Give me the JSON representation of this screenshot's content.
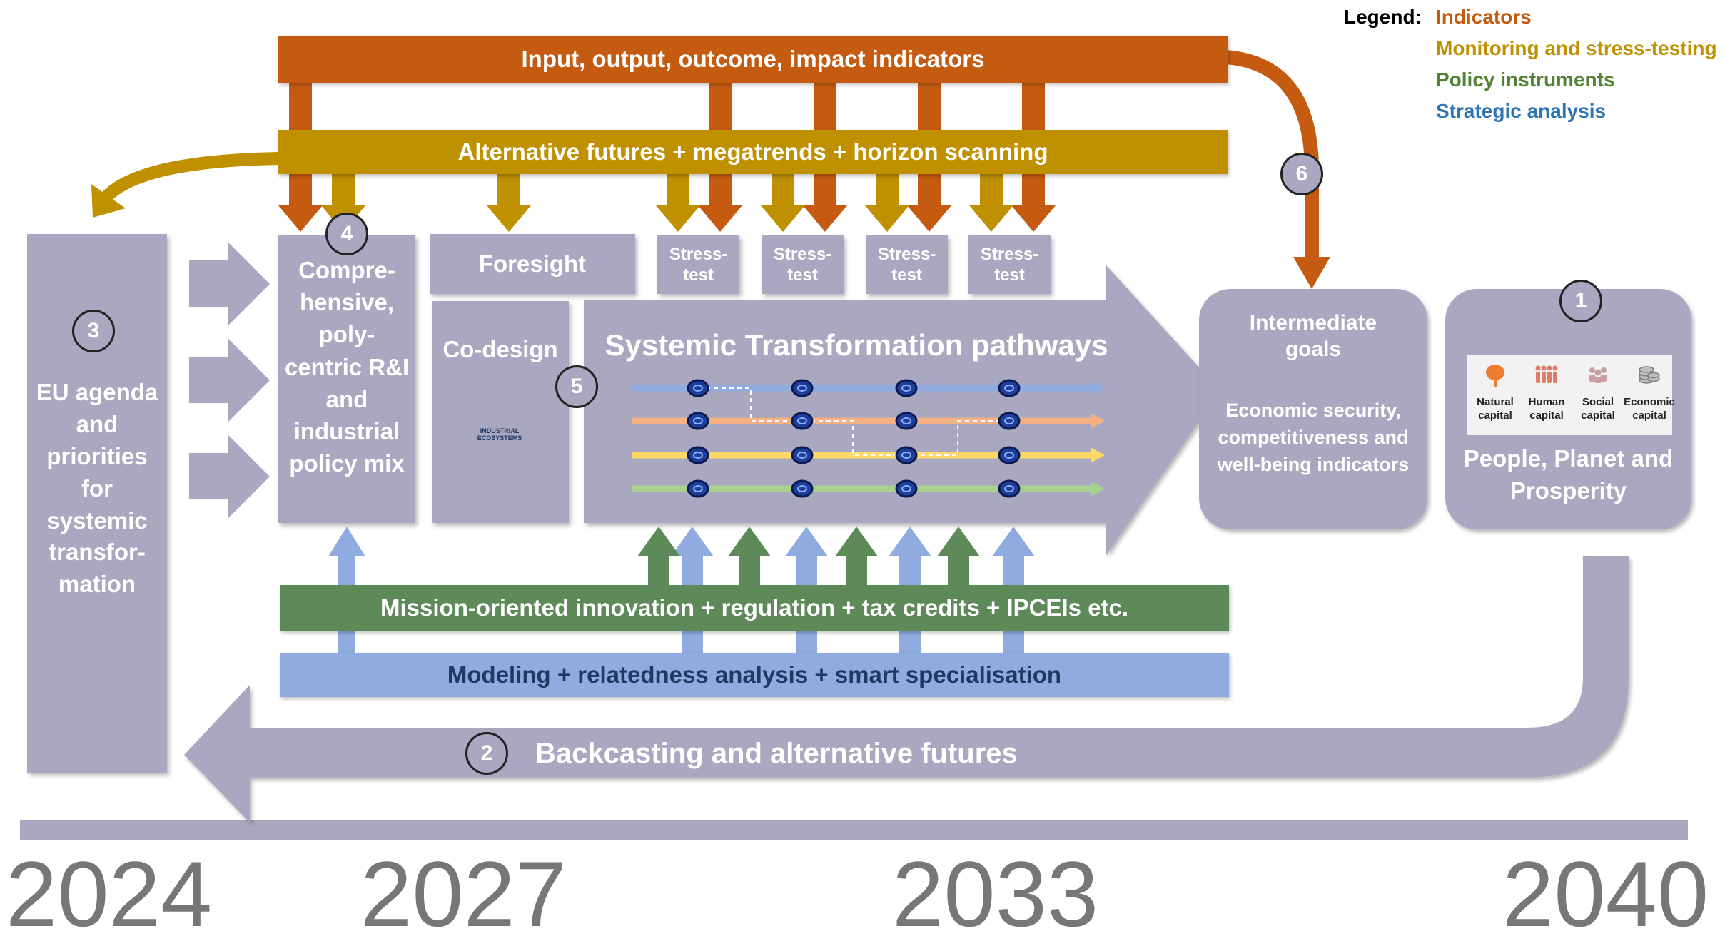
{
  "legend": {
    "title": "Legend:",
    "items": [
      {
        "label": "Indicators",
        "color": "#c55a11"
      },
      {
        "label": "Monitoring and stress-testing",
        "color": "#bf9000"
      },
      {
        "label": "Policy instruments",
        "color": "#548235"
      },
      {
        "label": "Strategic analysis",
        "color": "#2e75b6"
      }
    ]
  },
  "colors": {
    "indicator_band": "#c55a11",
    "monitoring_band": "#bf9000",
    "policy_band": "#5e8a5a",
    "analysis_band": "#8fabdf",
    "box_fill": "#a9a8c0",
    "timeline": "#a9a8c0"
  },
  "bands": {
    "indicators": "Input, output, outcome, impact indicators",
    "monitoring": "Alternative futures + megatrends + horizon scanning",
    "policy": "Mission-oriented innovation + regulation + tax credits + IPCEIs etc.",
    "analysis": "Modeling + relatedness analysis + smart specialisation"
  },
  "boxes": {
    "eu_agenda": "EU agenda and priorities for systemic transfor-mation",
    "policy_mix": "Compre-hensive, poly-centric R&I and industrial policy mix",
    "foresight": "Foresight",
    "codesign": "Co-design",
    "stress_tests": [
      "Stress-test",
      "Stress-test",
      "Stress-test",
      "Stress-test"
    ],
    "pathways_title": "Systemic Transformation pathways",
    "intermediate_title": "Intermediate goals",
    "intermediate_body": "Economic security, competitiveness and well-being indicators",
    "ppp_title": "People, Planet and Prosperity",
    "backcasting": "Backcasting and alternative futures"
  },
  "capitals": [
    {
      "label": "Natural capital",
      "icon": "tree-icon"
    },
    {
      "label": "Human capital",
      "icon": "people-icon"
    },
    {
      "label": "Social capital",
      "icon": "group-icon"
    },
    {
      "label": "Economic capital",
      "icon": "coins-icon"
    }
  ],
  "ecosystems_label": "INDUSTRIAL ECOSYSTEMS",
  "step_numbers": [
    "1",
    "2",
    "3",
    "4",
    "5",
    "6"
  ],
  "years": [
    "2024",
    "2027",
    "2033",
    "2040"
  ]
}
